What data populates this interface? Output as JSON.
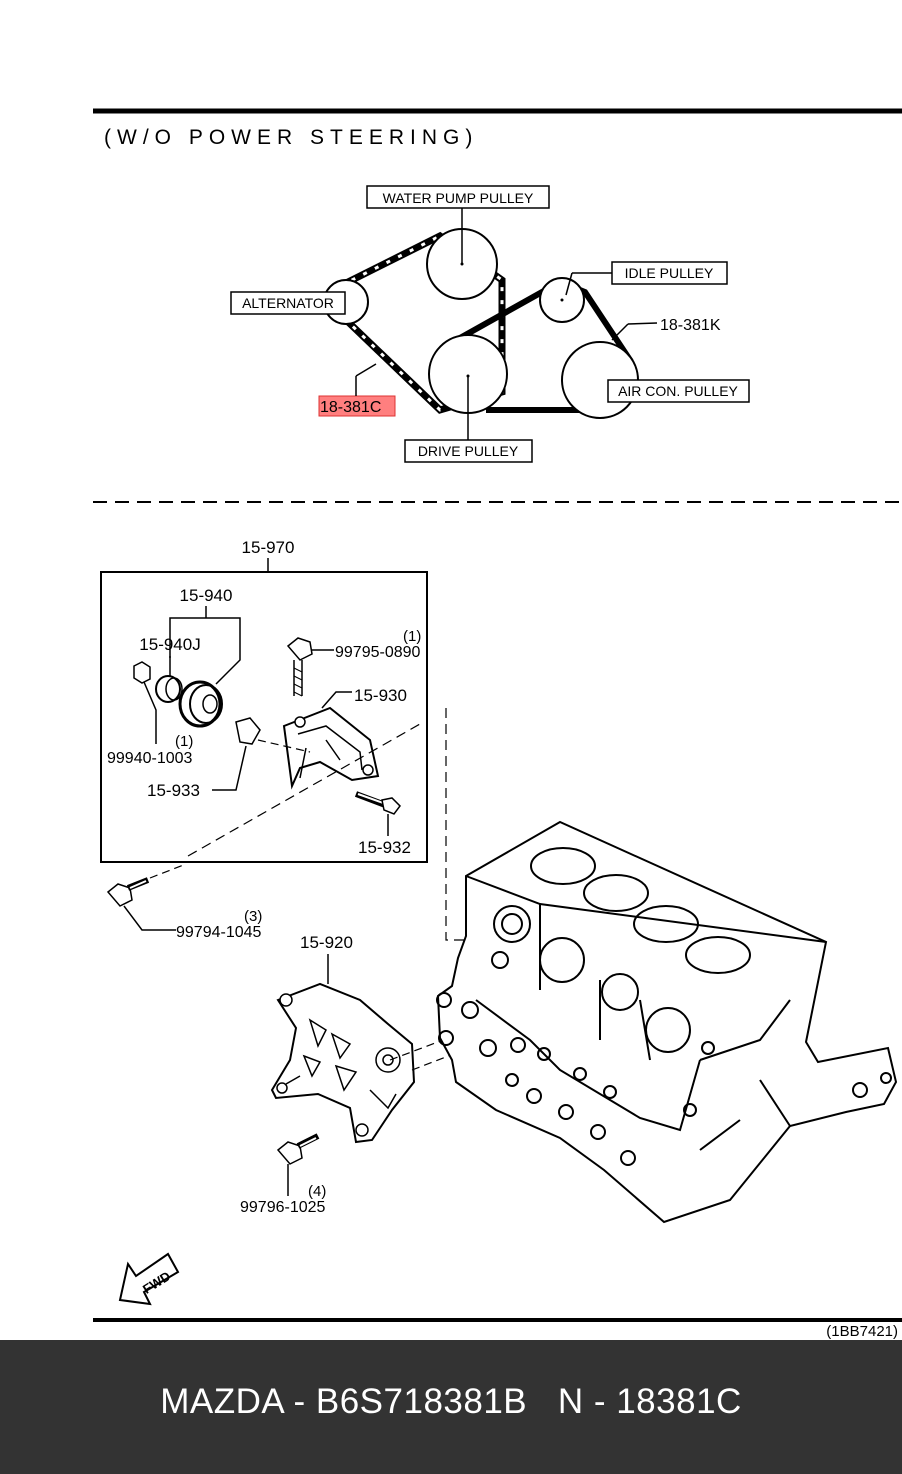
{
  "diagram": {
    "heading": "(W/O POWER STEERING)",
    "belt_layout": {
      "water_pump_label": "WATER PUMP PULLEY",
      "alternator_label": "ALTERNATOR",
      "idle_pulley_label": "IDLE PULLEY",
      "belt_k_ref": "18-381K",
      "air_con_label": "AIR CON. PULLEY",
      "belt_c_ref": "18-381C",
      "drive_pulley_label": "DRIVE PULLEY",
      "highlight_color": "#ff7f7f"
    },
    "tensioner_assembly": {
      "assembly_ref": "15-970",
      "pulley_ref": "15-940",
      "bearing_ref": "15-940J",
      "bolt_ref": "99795-0890",
      "bolt_qty": "(1)",
      "bracket_ref": "15-930",
      "nut_ref": "99940-1003",
      "nut_qty": "(1)",
      "spacer_ref": "15-933",
      "adjust_bolt_ref": "15-932"
    },
    "mounting": {
      "bolt_ref": "99794-1045",
      "bolt_qty": "(3)",
      "bracket_ref": "15-920",
      "lower_bolt_ref": "99796-1025",
      "lower_bolt_qty": "(4)"
    },
    "fwd_label": "FWD",
    "figure_code": "(1BB7421)"
  },
  "footer": {
    "text": "MAZDA - B6S718381B   N - 18381C",
    "background": "#333333"
  }
}
